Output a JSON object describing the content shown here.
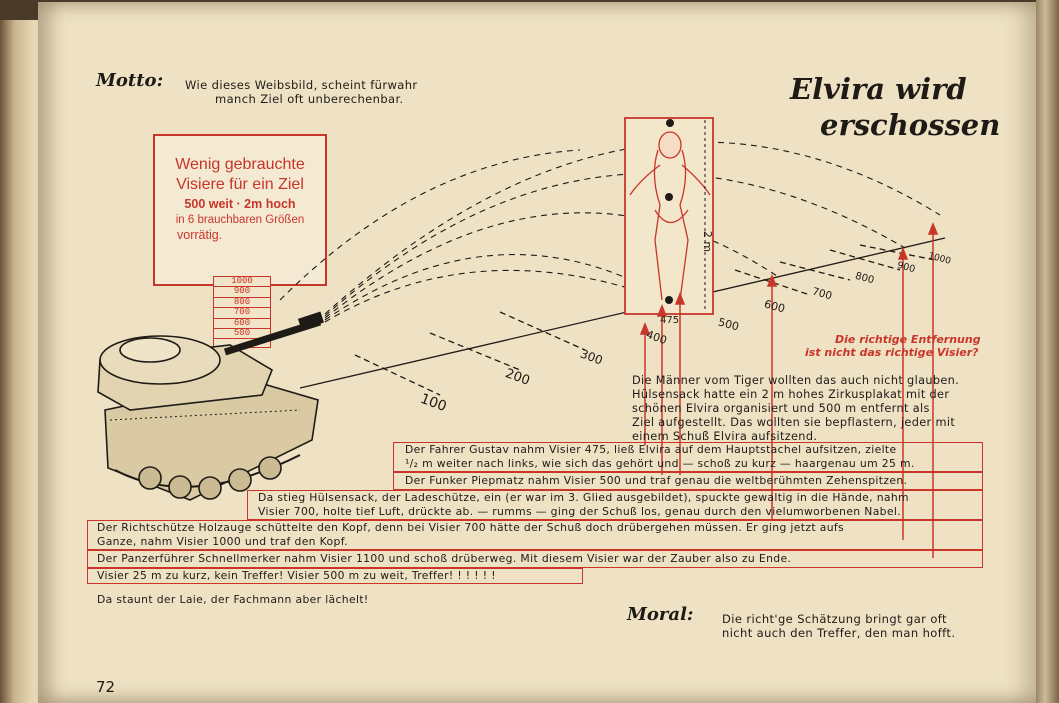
{
  "motto": {
    "label": "Motto:",
    "line1": "Wie dieses Weibsbild, scheint fürwahr",
    "line2": "manch Ziel oft unberechenbar."
  },
  "title": {
    "line1": "Elvira wird",
    "line2": "erschossen"
  },
  "sign": {
    "l1": "Wenig gebrauchte",
    "l2": "Visiere für ein Ziel",
    "l3": "500 weit · 2m hoch",
    "l4": "in 6 brauchbaren Größen",
    "l5": "vorrätig."
  },
  "rangebox": [
    "1000",
    "900",
    "800",
    "700",
    "600",
    "500"
  ],
  "distances": [
    "100",
    "200",
    "300",
    "400",
    "475",
    "500",
    "600",
    "700",
    "800",
    "900",
    "1000"
  ],
  "target_height": "2 m",
  "question": {
    "l1": "Die richtige Entfernung",
    "l2": "ist nicht das richtige Visier?"
  },
  "intro": [
    "Die Männer vom Tiger wollten das auch nicht glauben.",
    "Hülsensack hatte ein 2 m hohes Zirkusplakat mit der",
    "schönen Elvira organisiert und 500 m entfernt als",
    "Ziel aufgestellt. Das wollten sie bepflastern, jeder mit",
    "einem Schuß Elvira aufsitzend."
  ],
  "boxes": {
    "b1": [
      "Der Fahrer Gustav nahm Visier 475, ließ Elvira auf dem Hauptstachel aufsitzen, zielte",
      "¹/₂ m weiter nach links, wie sich das gehört und — schoß zu kurz — haargenau um 25 m."
    ],
    "b2": [
      "Der Funker Piepmatz nahm Visier 500 und traf genau die weltberühmten Zehenspitzen."
    ],
    "b3": [
      "Da stieg Hülsensack, der Ladeschütze, ein (er war im 3. Glied ausgebildet), spuckte gewaltig in die Hände, nahm",
      "Visier 700, holte tief Luft, drückte ab. — rumms — ging der Schuß los, genau durch den vielumworbenen Nabel."
    ],
    "b4": [
      "Der Richtschütze Holzauge schüttelte den Kopf, denn bei Visier 700 hätte der Schuß doch drübergehen müssen. Er ging jetzt aufs",
      "Ganze, nahm Visier 1000 und traf den Kopf."
    ],
    "b5": [
      "Der Panzerführer Schnellmerker nahm Visier 1100 und schoß drüberweg. Mit diesem Visier war der Zauber also zu Ende."
    ],
    "b6": [
      "Visier 25 m zu kurz, kein Treffer! Visier 500 m zu weit, Treffer! ! ! ! ! !"
    ]
  },
  "closing": "Da staunt der Laie, der Fachmann aber lächelt!",
  "moral": {
    "label": "Moral:",
    "line1": "Die richt'ge Schätzung bringt gar oft",
    "line2": "nicht auch den Treffer, den man hofft."
  },
  "page_number": "72",
  "colors": {
    "red": "#c8362a",
    "paper": "#efe2c4",
    "ink": "#1e1a16"
  }
}
